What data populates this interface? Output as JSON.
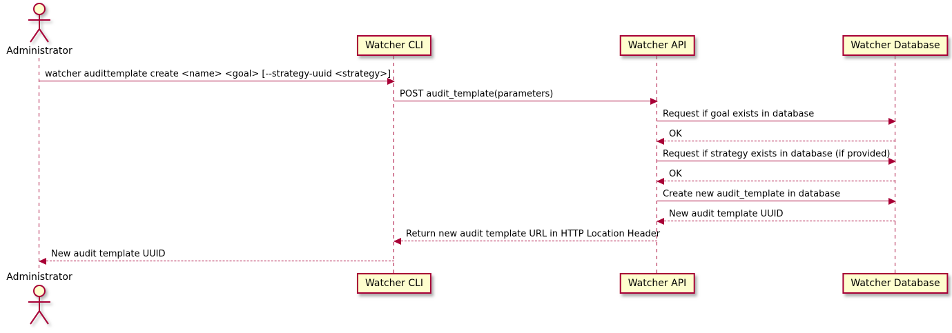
{
  "diagram": {
    "type": "sequence",
    "colors": {
      "line": "#A80036",
      "participant_fill": "#FEFECE",
      "text": "#000000",
      "background": "#FFFFFF"
    },
    "actor": {
      "name": "Administrator"
    },
    "participants": [
      {
        "name": "Watcher CLI"
      },
      {
        "name": "Watcher API"
      },
      {
        "name": "Watcher Database"
      }
    ],
    "messages": [
      {
        "text": "watcher audittemplate create <name> <goal> [--strategy-uuid <strategy>]",
        "from": "Administrator",
        "to": "Watcher CLI",
        "line": "solid",
        "direction": "right"
      },
      {
        "text": "POST audit_template(parameters)",
        "from": "Watcher CLI",
        "to": "Watcher API",
        "line": "solid",
        "direction": "right"
      },
      {
        "text": "Request if goal exists in database",
        "from": "Watcher API",
        "to": "Watcher Database",
        "line": "solid",
        "direction": "right"
      },
      {
        "text": "OK",
        "from": "Watcher Database",
        "to": "Watcher API",
        "line": "dashed",
        "direction": "left"
      },
      {
        "text": "Request if strategy exists in database (if provided)",
        "from": "Watcher API",
        "to": "Watcher Database",
        "line": "solid",
        "direction": "right"
      },
      {
        "text": "OK",
        "from": "Watcher Database",
        "to": "Watcher API",
        "line": "dashed",
        "direction": "left"
      },
      {
        "text": "Create new audit_template in database",
        "from": "Watcher API",
        "to": "Watcher Database",
        "line": "solid",
        "direction": "right"
      },
      {
        "text": "New audit template UUID",
        "from": "Watcher Database",
        "to": "Watcher API",
        "line": "dashed",
        "direction": "left"
      },
      {
        "text": "Return new audit template URL in HTTP Location Header",
        "from": "Watcher API",
        "to": "Watcher CLI",
        "line": "dashed",
        "direction": "left"
      },
      {
        "text": "New audit template UUID",
        "from": "Watcher CLI",
        "to": "Administrator",
        "line": "dashed",
        "direction": "left"
      }
    ]
  }
}
